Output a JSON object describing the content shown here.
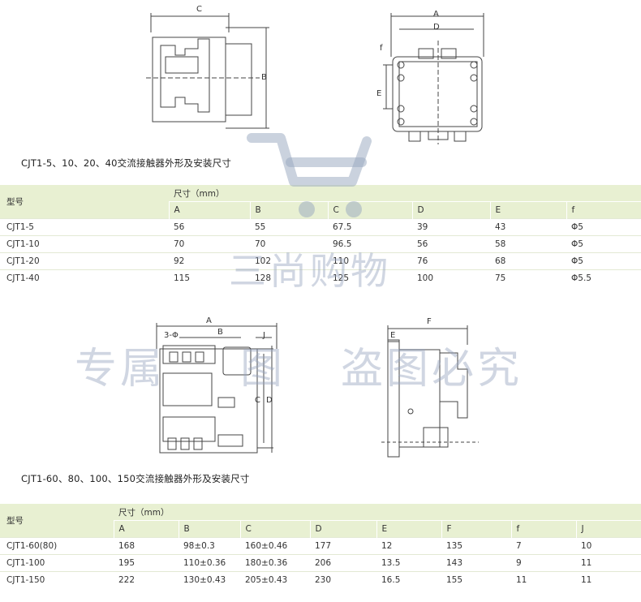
{
  "section1": {
    "drawing_labels": {
      "C": "C",
      "B": "B",
      "A": "A",
      "D": "D",
      "E": "E",
      "f": "f"
    },
    "caption": "CJT1-5、10、20、40交流接触器外形及安装尺寸",
    "table": {
      "model_header": "型号",
      "size_header": "尺寸（mm）",
      "columns": [
        "A",
        "B",
        "C",
        "D",
        "E",
        "f"
      ],
      "rows": [
        {
          "model": "CJT1-5",
          "values": [
            "56",
            "55",
            "67.5",
            "39",
            "43",
            "Φ5"
          ]
        },
        {
          "model": "CJT1-10",
          "values": [
            "70",
            "70",
            "96.5",
            "56",
            "58",
            "Φ5"
          ]
        },
        {
          "model": "CJT1-20",
          "values": [
            "92",
            "102",
            "110",
            "76",
            "68",
            "Φ5"
          ]
        },
        {
          "model": "CJT1-40",
          "values": [
            "115",
            "128",
            "125",
            "100",
            "75",
            "Φ5.5"
          ]
        }
      ]
    }
  },
  "section2": {
    "drawing_labels": {
      "A": "A",
      "B": "B",
      "phi": "3-Φ",
      "J": "J",
      "C": "C",
      "D": "D",
      "F": "F",
      "E": "E"
    },
    "caption": "CJT1-60、80、100、150交流接触器外形及安装尺寸",
    "table": {
      "model_header": "型号",
      "size_header": "尺寸（mm）",
      "columns": [
        "A",
        "B",
        "C",
        "D",
        "E",
        "F",
        "f",
        "J"
      ],
      "rows": [
        {
          "model": "CJT1-60(80)",
          "values": [
            "168",
            "98±0.3",
            "160±0.46",
            "177",
            "12",
            "135",
            "7",
            "10"
          ]
        },
        {
          "model": "CJT1-100",
          "values": [
            "195",
            "110±0.36",
            "180±0.36",
            "206",
            "13.5",
            "143",
            "9",
            "11"
          ]
        },
        {
          "model": "CJT1-150",
          "values": [
            "222",
            "130±0.43",
            "205±0.43",
            "230",
            "16.5",
            "155",
            "11",
            "11"
          ]
        }
      ]
    }
  },
  "watermark": {
    "shop": "三尚购物",
    "left": "专属",
    "left2": "图",
    "right": "盗图必究"
  }
}
